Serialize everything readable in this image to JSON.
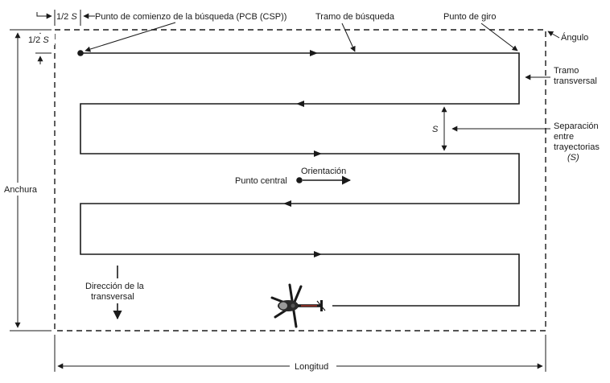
{
  "labels": {
    "half_s_top": "1/2",
    "half_s_left": "1/2",
    "s_symbol": "S",
    "csp": "Punto de comienzo de la búsqueda (PCB (CSP))",
    "search_leg": "Tramo de búsqueda",
    "turn_point": "Punto de giro",
    "angle": "Ángulo",
    "cross_leg_1": "Tramo",
    "cross_leg_2": "transversal",
    "track_spacing_1": "Separación",
    "track_spacing_2": "entre",
    "track_spacing_3": "trayectorias",
    "track_spacing_4": "(S)",
    "track_spacing_sym": "S",
    "orientation": "Orientación",
    "center_point": "Punto central",
    "width": "Anchura",
    "creep_direction_1": "Dirección de la",
    "creep_direction_2": "transversal",
    "length": "Longitud"
  },
  "icons": {
    "aircraft": "helicopter-icon",
    "start": "start-point-dot",
    "center": "center-point-dot"
  },
  "colors": {
    "line": "#1a1a1a",
    "background": "#ffffff"
  }
}
